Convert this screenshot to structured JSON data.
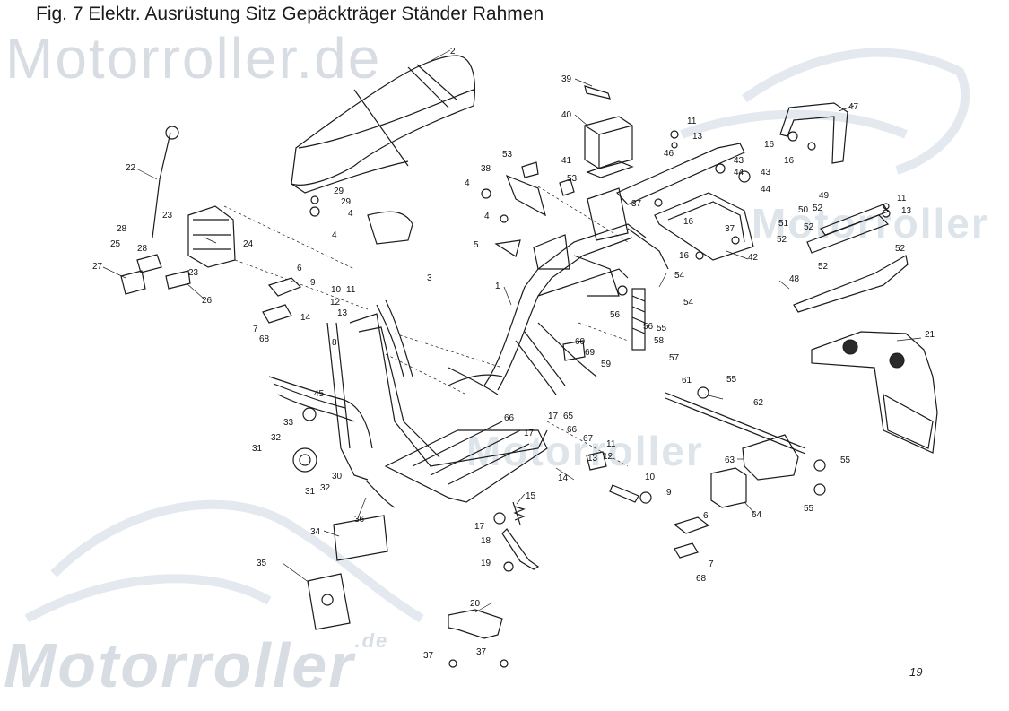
{
  "header": {
    "title": "Fig. 7 Elektr. Ausrüstung  Sitz Gepäckträger Ständer Rahmen",
    "page_number": "19"
  },
  "watermarks": {
    "top": "Motorroller.de",
    "bottom": "Motorroller",
    "bottom_suffix": ".de",
    "right": "Motorroller",
    "center": "Motorroller"
  },
  "callouts": {
    "c1": "1",
    "c2": "2",
    "c3": "3",
    "c4a": "4",
    "c4b": "4",
    "c4c": "4",
    "c4d": "4",
    "c5": "5",
    "c6a": "6",
    "c6b": "6",
    "c7a": "7",
    "c7b": "7",
    "c8": "8",
    "c9a": "9",
    "c9b": "9",
    "c10a": "10",
    "c10b": "10",
    "c11a": "11",
    "c11b": "11",
    "c11c": "11",
    "c11d": "11",
    "c12a": "12",
    "c12b": "12",
    "c13a": "13",
    "c13b": "13",
    "c13c": "13",
    "c14a": "14",
    "c14b": "14",
    "c15": "15",
    "c16a": "16",
    "c16b": "16",
    "c16c": "16",
    "c16d": "16",
    "c17a": "17",
    "c17b": "17",
    "c17c": "17",
    "c18": "18",
    "c19": "19",
    "c20": "20",
    "c21": "21",
    "c22": "22",
    "c23a": "23",
    "c23b": "23",
    "c24": "24",
    "c25": "25",
    "c26": "26",
    "c27": "27",
    "c28a": "28",
    "c28b": "28",
    "c29a": "29",
    "c29b": "29",
    "c30": "30",
    "c31a": "31",
    "c31b": "31",
    "c32a": "32",
    "c32b": "32",
    "c33": "33",
    "c34": "34",
    "c35": "35",
    "c36": "36",
    "c37a": "37",
    "c37b": "37",
    "c37c": "37",
    "c37d": "37",
    "c38": "38",
    "c39": "39",
    "c40": "40",
    "c41": "41",
    "c42": "42",
    "c43a": "43",
    "c43b": "43",
    "c44a": "44",
    "c44b": "44",
    "c45": "45",
    "c46": "46",
    "c47": "47",
    "c48": "48",
    "c49": "49",
    "c50": "50",
    "c51": "51",
    "c52a": "52",
    "c52b": "52",
    "c52c": "52",
    "c52d": "52",
    "c52e": "52",
    "c53a": "53",
    "c53b": "53",
    "c54a": "54",
    "c54b": "54",
    "c55a": "55",
    "c55b": "55",
    "c55c": "55",
    "c55d": "55",
    "c56a": "56",
    "c56b": "56",
    "c57": "57",
    "c58": "58",
    "c59": "59",
    "c60": "60",
    "c61": "61",
    "c62": "62",
    "c63": "63",
    "c64": "64",
    "c65": "65",
    "c66a": "66",
    "c66b": "66",
    "c67": "67",
    "c68a": "68",
    "c68b": "68",
    "c69": "69"
  }
}
